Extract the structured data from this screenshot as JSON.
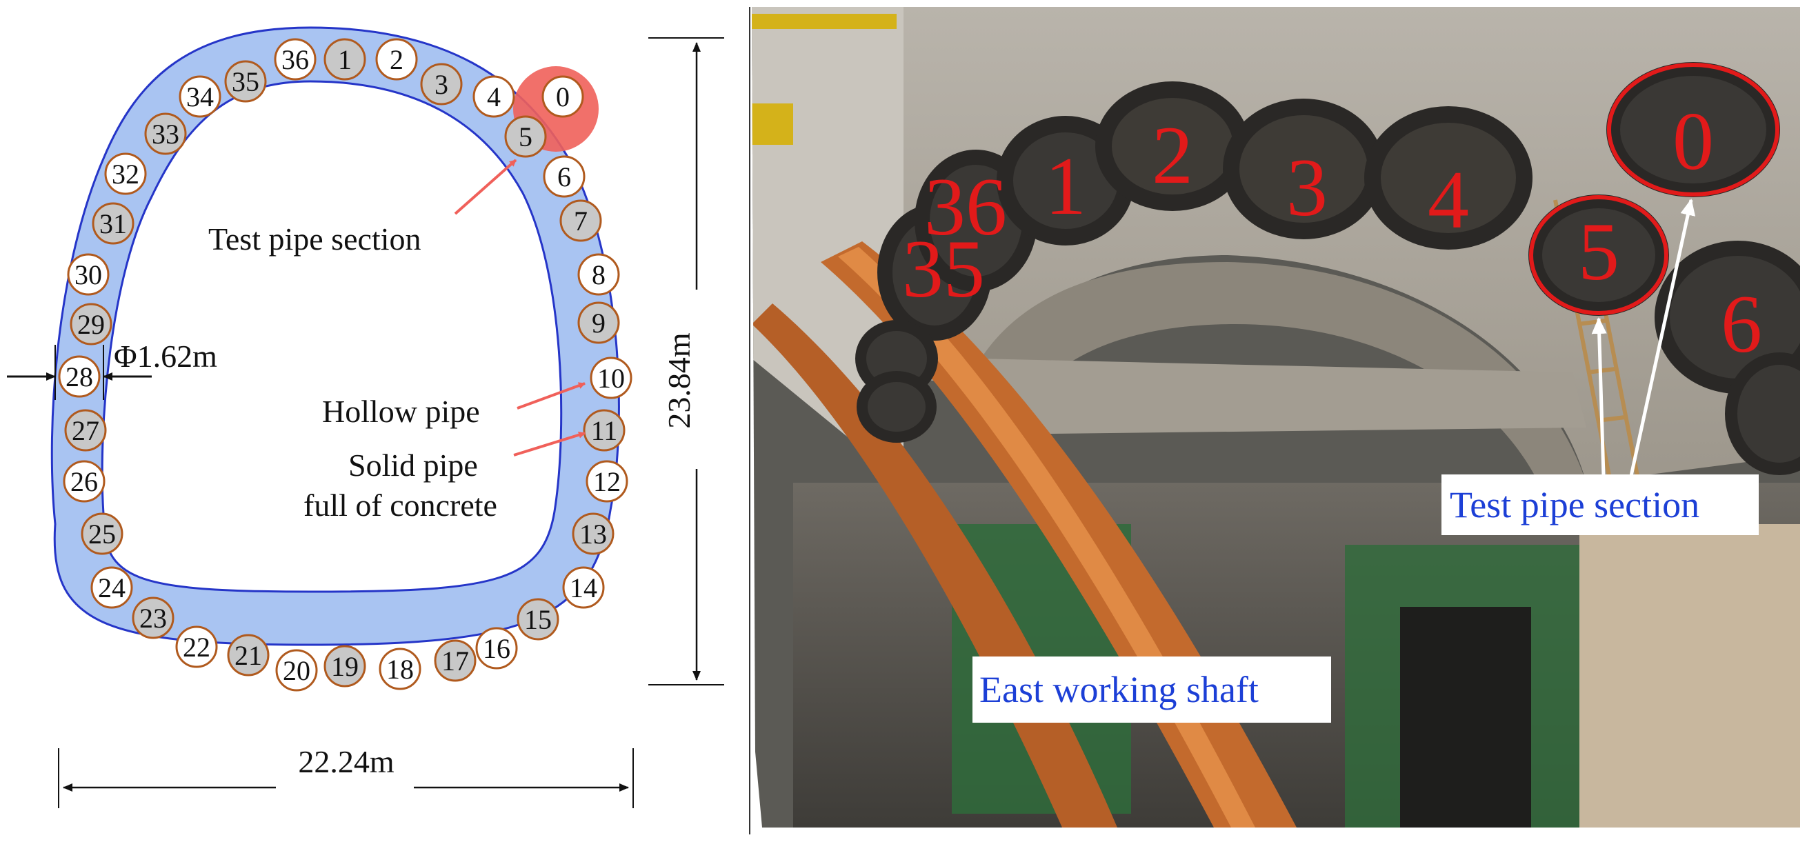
{
  "diagram": {
    "pipes": [
      {
        "n": "0",
        "solid": false
      },
      {
        "n": "1",
        "solid": true
      },
      {
        "n": "2",
        "solid": false
      },
      {
        "n": "3",
        "solid": true
      },
      {
        "n": "4",
        "solid": false
      },
      {
        "n": "5",
        "solid": true
      },
      {
        "n": "6",
        "solid": false
      },
      {
        "n": "7",
        "solid": true
      },
      {
        "n": "8",
        "solid": false
      },
      {
        "n": "9",
        "solid": true
      },
      {
        "n": "10",
        "solid": false
      },
      {
        "n": "11",
        "solid": true
      },
      {
        "n": "12",
        "solid": false
      },
      {
        "n": "13",
        "solid": true
      },
      {
        "n": "14",
        "solid": false
      },
      {
        "n": "15",
        "solid": true
      },
      {
        "n": "16",
        "solid": false
      },
      {
        "n": "17",
        "solid": true
      },
      {
        "n": "18",
        "solid": false
      },
      {
        "n": "19",
        "solid": true
      },
      {
        "n": "20",
        "solid": false
      },
      {
        "n": "21",
        "solid": true
      },
      {
        "n": "22",
        "solid": false
      },
      {
        "n": "23",
        "solid": true
      },
      {
        "n": "24",
        "solid": false
      },
      {
        "n": "25",
        "solid": true
      },
      {
        "n": "26",
        "solid": false
      },
      {
        "n": "27",
        "solid": true
      },
      {
        "n": "28",
        "solid": false
      },
      {
        "n": "29",
        "solid": true
      },
      {
        "n": "30",
        "solid": false
      },
      {
        "n": "31",
        "solid": true
      },
      {
        "n": "32",
        "solid": false
      },
      {
        "n": "33",
        "solid": true
      },
      {
        "n": "34",
        "solid": false
      },
      {
        "n": "35",
        "solid": true
      },
      {
        "n": "36",
        "solid": false
      }
    ],
    "labels": {
      "test_section": "Test pipe section",
      "diameter": "Φ1.62m",
      "hollow_pipe": "Hollow pipe",
      "solid_pipe_line1": "Solid pipe",
      "solid_pipe_line2": "full of concrete",
      "height": "23.84m",
      "width": "22.24m"
    },
    "colors": {
      "ring_fill": "#a9c4f2",
      "ring_stroke": "#2535c8",
      "pipe_stroke": "#b05a1e",
      "solid_fill": "#c8c8c8",
      "hollow_fill": "#ffffff",
      "highlight": "#f0605a",
      "arrow": "#f0605a"
    }
  },
  "photo": {
    "pipe_numbers": [
      "0",
      "1",
      "2",
      "3",
      "4",
      "5",
      "6",
      "35",
      "36"
    ],
    "caption_test": "Test pipe section",
    "caption_shaft": "East working shaft",
    "colors": {
      "number": "#e21a1a",
      "caption_text": "#1c3fd6",
      "caption_bg": "#ffffff"
    }
  }
}
